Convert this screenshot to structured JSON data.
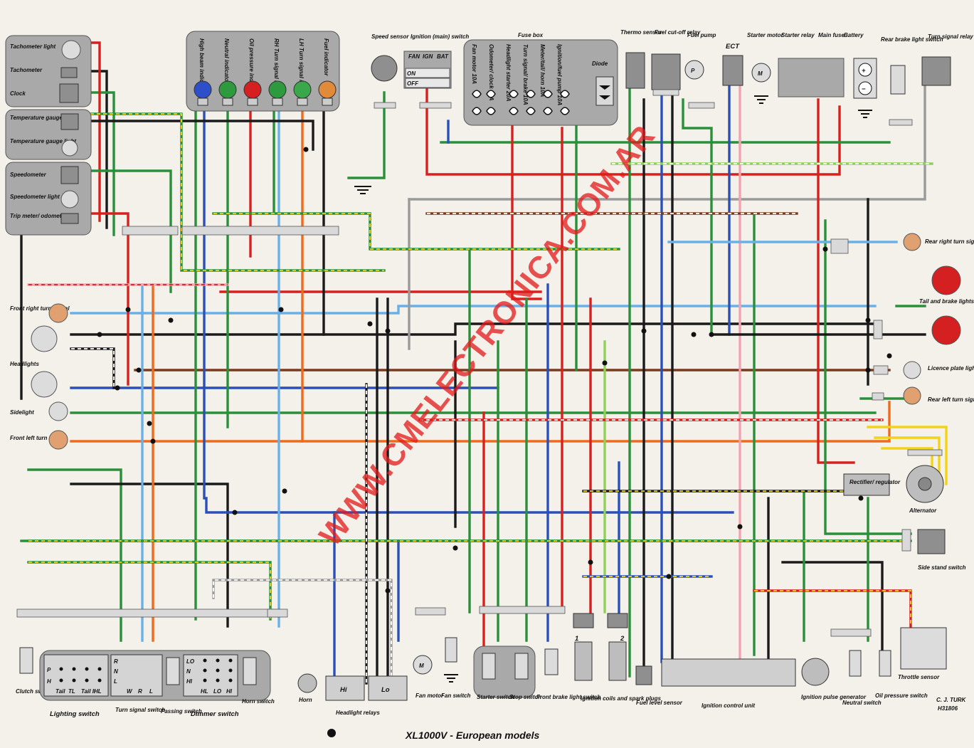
{
  "diagram": {
    "title": "XL1000V - European models",
    "watermark": "WWW.CMELECTRONICA.COM.AR",
    "credit": "C. J. TURK",
    "ref": "H31806",
    "wire_colors": {
      "black": "#1a1a1a",
      "red": "#d8201e",
      "green": "#2a8f3a",
      "blue": "#2a4fb8",
      "light_blue": "#6ab0e6",
      "orange": "#ee6a1c",
      "yellow": "#f2d21b",
      "brown": "#7a3a1e",
      "grey": "#9a9a9a",
      "white": "#ffffff",
      "pink": "#f2a2b0",
      "light_green": "#8fd05a",
      "dark_green": "#1e6b2b"
    },
    "instruments": {
      "tachometer_light": "Tachometer light",
      "tachometer": "Tachometer",
      "clock": "Clock",
      "temperature_gauge": "Temperature gauge",
      "temperature_gauge_light": "Temperature gauge light",
      "speedometer": "Speedometer",
      "speedometer_light": "Speedometer light",
      "trip_meter": "Trip meter/ odometer"
    },
    "indicators": [
      "High beam indicator",
      "Neutral indicator",
      "Oil pressure indicator",
      "RH Turn signal ind",
      "LH Turn signal ind",
      "Fuel indicator"
    ],
    "indicator_colors": [
      "#2d4fc9",
      "#2e9a3e",
      "#d42020",
      "#2e9a3e",
      "#3aa84a",
      "#e08a3a"
    ],
    "top": {
      "speed_sensor": "Speed sensor",
      "ignition_switch": "Ignition (main) switch",
      "ign_headers": [
        "FAN",
        "IGN",
        "BAT"
      ],
      "ign_rows": [
        "ON",
        "OFF"
      ],
      "fuse_box": "Fuse box",
      "fuses": [
        "Fan motor 10A",
        "Odometer/ clock 10A",
        "Headlight starter 20A",
        "Turn signal/ brake 10A",
        "Meter/tail/ horn 10A",
        "Ignition/fuel pump 10A"
      ],
      "diode": "Diode",
      "thermo_sensor": "Thermo sensor",
      "fuel_cutoff_relay": "Fuel cut-off relay",
      "fuel_pump": "Fuel pump",
      "fuel_pump_symbol": "P",
      "ect": "ECT",
      "starter_motor": "Starter motor",
      "starter_motor_symbol": "M",
      "starter_relay": "Starter relay",
      "main_fuse": "Main fuse",
      "battery": "Battery",
      "battery_plus": "+",
      "battery_minus": "−",
      "rear_brake_light_switch": "Rear brake light switch",
      "turn_signal_relay": "Turn signal relay"
    },
    "left": {
      "front_right_turn": "Front right turn signal",
      "headlights": "Headlights",
      "sidelight": "Sidelight",
      "front_left_turn": "Front left turn signal"
    },
    "right": {
      "rear_right_turn": "Rear right turn signal",
      "tail_brake": "Tail and brake lights",
      "licence_plate": "Licence plate light",
      "rear_left_turn": "Rear left turn signal",
      "rectifier": "Rectifier/ regulator",
      "alternator": "Alternator",
      "side_stand": "Side stand switch"
    },
    "bottom": {
      "clutch_switch": "Clutch switch",
      "lighting_switch": "Lighting switch",
      "lighting_cols": [
        "Tail",
        "TL",
        "Tail II",
        "HL"
      ],
      "lighting_rows": [
        "P",
        "H"
      ],
      "turn_signal_switch": "Turn signal switch",
      "turn_rows": [
        "R",
        "N",
        "L"
      ],
      "turn_cols": [
        "W",
        "R",
        "L"
      ],
      "passing_switch": "Passing switch",
      "dimmer_switch": "Dimmer switch",
      "dimmer_rows": [
        "LO",
        "N",
        "HI"
      ],
      "dimmer_cols": [
        "HL",
        "LO",
        "HI"
      ],
      "horn_switch": "Horn switch",
      "horn": "Horn",
      "headlight_relays": "Headlight relays",
      "relay_hi": "Hi",
      "relay_lo": "Lo",
      "fan_motor": "Fan motor",
      "fan_motor_symbol": "M",
      "fan_switch": "Fan switch",
      "starter_switch": "Starter switch",
      "stop_switch": "Stop switch",
      "front_brake_switch": "Front brake light switch",
      "ignition_coils": "Ignition coils and spark plugs",
      "coil_nums": [
        "1",
        "2"
      ],
      "fuel_level_sensor": "Fuel level sensor",
      "ignition_control_unit": "Ignition control unit",
      "ignition_pulse_gen": "Ignition pulse generator",
      "neutral_switch": "Neutral switch",
      "oil_pressure_switch": "Oil pressure switch",
      "throttle_sensor": "Throttle sensor"
    }
  }
}
